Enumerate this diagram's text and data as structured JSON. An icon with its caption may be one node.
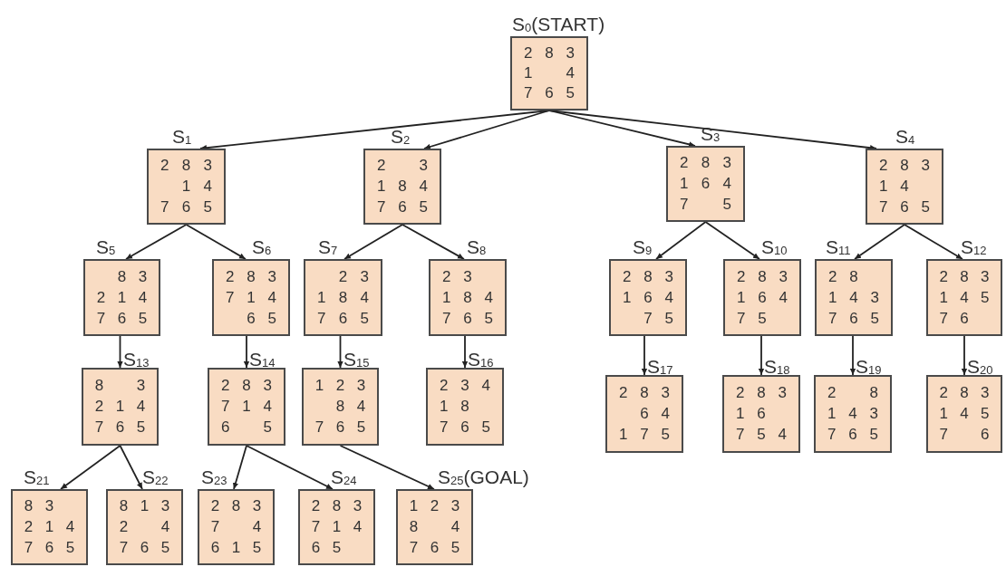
{
  "diagram": {
    "nodes": [
      {
        "text": [
          "S$_{0}$(START)",
          "2 8 3",
          "1 4",
          "7 6 5"
        ]
      },
      {
        "text": [
          "S$_{1}$",
          "2 8 3",
          "1 4",
          "7 6 5"
        ]
      },
      {
        "text": [
          "S$_{2}$",
          "2 3",
          "1 8 4",
          "7 6 5"
        ]
      },
      {
        "text": [
          "S$_{3}$",
          "2 8 3",
          "1 6 4",
          "7 5"
        ]
      },
      {
        "text": [
          "S$_{4}$",
          "2 8 3",
          "1 4",
          "7 6 5"
        ]
      },
      {
        "text": [
          "S$_{5}$",
          "8 3",
          "2 1 4",
          "7 6 5"
        ]
      },
      {
        "text": [
          "S$_{6}$",
          "2 8 3",
          "7 1 4",
          "6 5"
        ]
      },
      {
        "text": [
          "S$_{7}$",
          "2 3",
          "1 8 4",
          "7 6 5"
        ]
      },
      {
        "text": [
          "S$_{8}$",
          "2 3",
          "1 8 4",
          "7 6 5"
        ]
      },
      {
        "text": [
          "S$_{9}$",
          "2 8 3",
          "1 6 4",
          "7 5"
        ]
      },
      {
        "text": [
          "S$_{10}$",
          "2 8 3",
          "1 6 4",
          "7 5"
        ]
      },
      {
        "text": [
          "S$_{11}$",
          "2 8",
          "1 4 3",
          "7 6 5"
        ]
      },
      {
        "text": [
          "S$_{12}$",
          "2 8 3",
          "1 4 5",
          "7 6"
        ]
      },
      {
        "text": [
          "S$_{13}$",
          "8 3",
          "2 1 4",
          "7 6 5"
        ]
      },
      {
        "text": [
          "S$_{14}$",
          "2 8 3",
          "7 1 4",
          "6 5"
        ]
      },
      {
        "text": [
          "S$_{15}$",
          "1 2 3",
          "8 4",
          "7 6 5"
        ]
      },
      {
        "text": [
          "S$_{16}$",
          "2 3 4",
          "1 8",
          "7 6 5"
        ]
      },
      {
        "text": [
          "S$_{17}$",
          "2 8 3",
          "6 4",
          "1 7 5"
        ]
      },
      {
        "text": [
          "S$_{18}$",
          "2 8 3",
          "1 6",
          "7 5 4"
        ]
      },
      {
        "text": [
          "S$_{19}$",
          "2 8",
          "1 4 3",
          "7 6 5"
        ]
      },
      {
        "text": [
          "S$_{20}$",
          "2 8 3",
          "1 4 5",
          "7 6"
        ]
      },
      {
        "text": [
          "S$_{21}$",
          "8 3",
          "2 1 4",
          "7 6 5"
        ]
      },
      {
        "text": [
          "S$_{22}$",
          "8 1 3",
          "2 4",
          "7 6 5"
        ]
      },
      {
        "text": [
          "S$_{23}$",
          "2 8 3",
          "7 4",
          "6 1 5"
        ]
      },
      {
        "text": [
          "S$_{24}$",
          "2 8 3",
          "7 1 4",
          "6 5"
        ]
      },
      {
        "text": [
          "S$_{25}$(GOAL)",
          "1 2 3",
          "8 4",
          "7 6 5"
        ]
      }
    ],
    "edges": [
      {
        "from": 0,
        "to": 1,
        "arrow": "to"
      },
      {
        "from": 0,
        "to": 2,
        "arrow": "to"
      },
      {
        "from": 0,
        "to": 3,
        "arrow": "to"
      },
      {
        "from": 0,
        "to": 4,
        "arrow": "to"
      },
      {
        "from": 1,
        "to": 5,
        "arrow": "to"
      },
      {
        "from": 1,
        "to": 6,
        "arrow": "to"
      },
      {
        "from": 2,
        "to": 7,
        "arrow": "to"
      },
      {
        "from": 2,
        "to": 8,
        "arrow": "to"
      },
      {
        "from": 3,
        "to": 9,
        "arrow": "to"
      },
      {
        "from": 3,
        "to": 10,
        "arrow": "to"
      },
      {
        "from": 4,
        "to": 11,
        "arrow": "to"
      },
      {
        "from": 4,
        "to": 12,
        "arrow": "to"
      },
      {
        "from": 5,
        "to": 13,
        "arrow": "to"
      },
      {
        "from": 6,
        "to": 14,
        "arrow": "to"
      },
      {
        "from": 7,
        "to": 15,
        "arrow": "to"
      },
      {
        "from": 8,
        "to": 16,
        "arrow": "to"
      },
      {
        "from": 9,
        "to": 17,
        "arrow": "to"
      },
      {
        "from": 10,
        "to": 18,
        "arrow": "to"
      },
      {
        "from": 11,
        "to": 19,
        "arrow": "to"
      },
      {
        "from": 12,
        "to": 20,
        "arrow": "to"
      },
      {
        "from": 13,
        "to": 21,
        "arrow": "to"
      },
      {
        "from": 13,
        "to": 22,
        "arrow": "to"
      },
      {
        "from": 14,
        "to": 23,
        "arrow": "to"
      },
      {
        "from": 14,
        "to": 24,
        "arrow": "to"
      },
      {
        "from": 15,
        "to": 25,
        "arrow": "to"
      }
    ]
  }
}
